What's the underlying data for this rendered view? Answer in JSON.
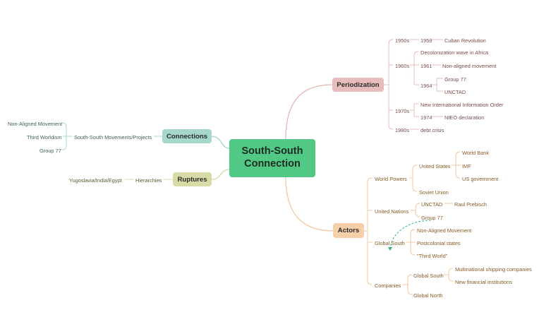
{
  "root": "South-South\nConnection",
  "periodization": {
    "label": "Periodization",
    "d1950s": "1950s",
    "y1959": "1959",
    "cuban": "Cuban Revolution",
    "d1960s": "1960s",
    "decol": "Decolonization wave in Africa",
    "y1961": "1961",
    "nonaligned": "Non-aligned movement",
    "y1964": "1964",
    "g77": "Group 77",
    "unctad": "UNCTAD",
    "d1970s": "1970s",
    "nieo_order": "New International Information Order",
    "y1974": "1974",
    "nieo": "NIEO declaration",
    "d1980s": "1980s",
    "debt": "debt  crisis"
  },
  "actors": {
    "label": "Actors",
    "world_powers": "World Powers",
    "us": "United States",
    "wb": "World Bank",
    "imf": "IMF",
    "usgov": "US government",
    "su": "Soviet Union",
    "un": "United Nations",
    "unctad": "UNCTAD",
    "prebisch": "Raul Prebisch",
    "g77": "Group 77",
    "global_south": "Global South",
    "nam": "Non-Aligned Movement",
    "postcol": "Postcolonial states",
    "third_world": "\"Third World\"",
    "companies": "Companies",
    "co_gs": "Global South",
    "shipping": "Multinational shipping companies",
    "fin": "New financial institutions",
    "co_gn": "Global North"
  },
  "connections": {
    "label": "Connections",
    "movements": "South-South Movements/Projects",
    "nam": "Non-Aligned Movement",
    "third_worldism": "Third Worldism",
    "g77": "Group 77"
  },
  "ruptures": {
    "label": "Ruptures",
    "hierarchies": "Hierarchies",
    "yie": "Yugoslavia/India/Egypt"
  },
  "colors": {
    "root": "#51c985",
    "periodization": "#e7bcbc",
    "actors": "#f4cfa7",
    "connections": "#a6d7cb",
    "ruptures": "#d8dba8",
    "dashed_link": "#2eb872"
  }
}
